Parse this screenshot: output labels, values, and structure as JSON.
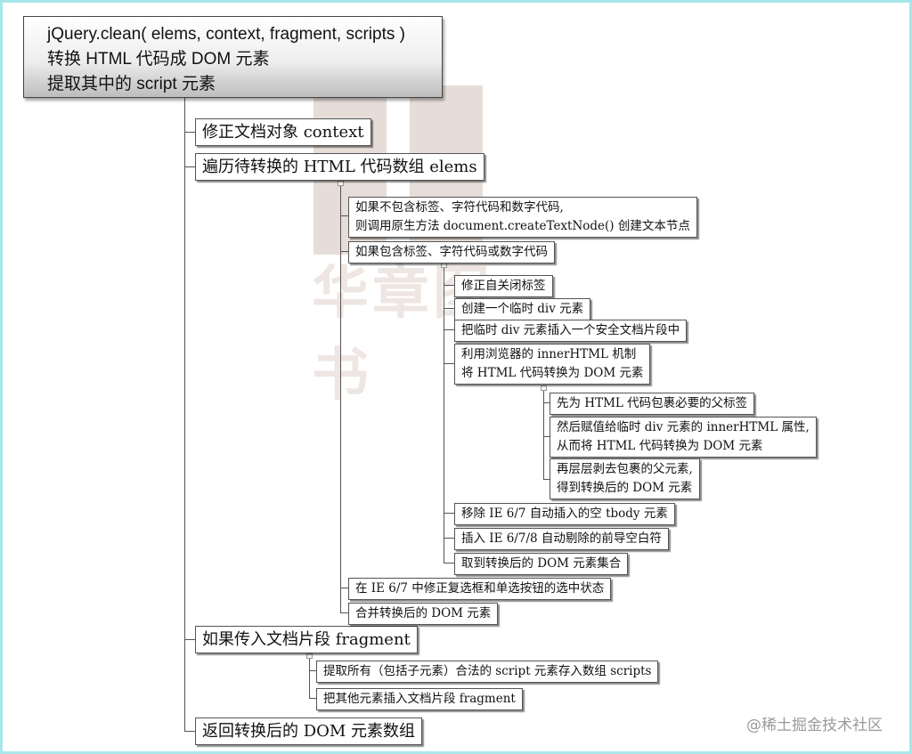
{
  "root": {
    "line1": "jQuery.clean( elems, context, fragment, scripts )",
    "line2": "转换 HTML 代码成 DOM 元素",
    "line3": "提取其中的 script 元素"
  },
  "level1": {
    "fix_context": "修正文档对象 context",
    "iterate": "遍历待转换的 HTML 代码数组 elems",
    "if_fragment": "如果传入文档片段 fragment",
    "return": "返回转换后的 DOM 元素数组"
  },
  "iterate": {
    "no_tags_line1": "如果不包含标签、字符代码和数字代码,",
    "no_tags_line2": "则调用原生方法 document.createTextNode() 创建文本节点",
    "has_tags": "如果包含标签、字符代码或数字代码",
    "fix_checked": "在 IE 6/7 中修正复选框和单选按钮的选中状态",
    "merge": "合并转换后的 DOM 元素"
  },
  "has_tags": {
    "fix_self_closing": "修正自关闭标签",
    "create_div": "创建一个临时 div 元素",
    "insert_div": "把临时 div 元素插入一个安全文档片段中",
    "innerhtml_line1": "利用浏览器的 innerHTML 机制",
    "innerhtml_line2": "将 HTML 代码转换为 DOM 元素",
    "remove_tbody": "移除 IE 6/7 自动插入的空 tbody 元素",
    "insert_whitespace": "插入 IE 6/7/8 自动剔除的前导空白符",
    "get_result": "取到转换后的 DOM 元素集合"
  },
  "innerhtml": {
    "wrap_parent": "先为 HTML 代码包裹必要的父标签",
    "assign_line1": "然后赋值给临时 div 元素的 innerHTML 属性,",
    "assign_line2": "从而将 HTML 代码转换为 DOM 元素",
    "strip_line1": "再层层剥去包裹的父元素,",
    "strip_line2": "得到转换后的 DOM 元素"
  },
  "fragment": {
    "extract_scripts": "提取所有（包括子元素）合法的 script 元素存入数组 scripts",
    "insert_others": "把其他元素插入文档片段 fragment"
  },
  "watermark": {
    "brand": "@稀土掘金技术社区"
  }
}
